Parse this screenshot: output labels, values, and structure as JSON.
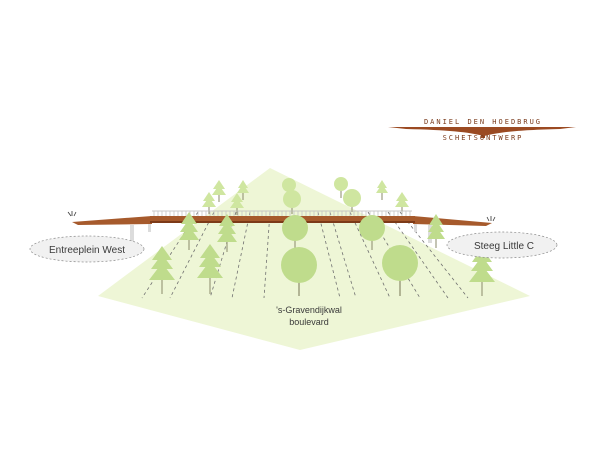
{
  "title_block": {
    "project_name": "DANIEL DEN HOEDBRUG",
    "subtitle": "SCHETSONTWERP",
    "accent_color": "#9b4a22"
  },
  "labels": {
    "left_plaza": "Entreeplein West",
    "right_plaza": "Steeg Little C",
    "center_line1": "'s-Gravendijkwal",
    "center_line2": "boulevard"
  },
  "colors": {
    "ground": "#eef6d6",
    "tree_light": "#cfe6a0",
    "tree_mid": "#bfdc8c",
    "trunk": "#8a8a6a",
    "bridge": "#a65a2c",
    "bridge_dark": "#7c3a18",
    "ellipse_fill": "#f1f1f1",
    "ellipse_stroke": "#8a8a8a"
  }
}
